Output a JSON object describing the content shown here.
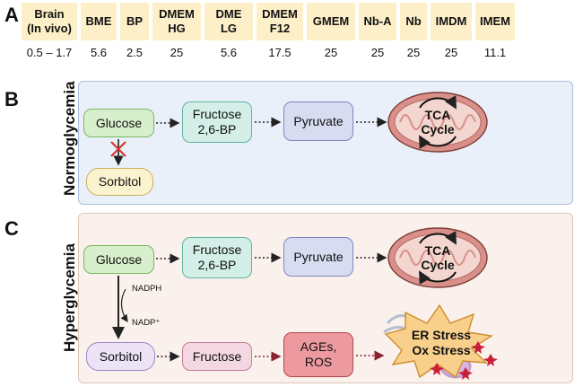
{
  "panels": {
    "a": "A",
    "b": "B",
    "c": "C"
  },
  "media_table": {
    "headers": [
      "Brain\n(In vivo)",
      "BME",
      "BP",
      "DMEM\nHG",
      "DME\nLG",
      "DMEM\nF12",
      "GMEM",
      "Nb-A",
      "Nb",
      "IMDM",
      "IMEM"
    ],
    "values": [
      "0.5 – 1.7",
      "5.6",
      "2.5",
      "25",
      "5.6",
      "17.5",
      "25",
      "25",
      "25",
      "25",
      "11.1"
    ]
  },
  "normo": {
    "side_label": "Normoglycemia",
    "glucose": "Glucose",
    "fructose26bp": "Fructose\n2,6-BP",
    "pyruvate": "Pyruvate",
    "tca": "TCA\nCycle",
    "sorbitol": "Sorbitol"
  },
  "hyper": {
    "side_label": "Hyperglycemia",
    "glucose": "Glucose",
    "fructose26bp": "Fructose\n2,6-BP",
    "pyruvate": "Pyruvate",
    "tca": "TCA\nCycle",
    "nadph": "NADPH",
    "nadp": "NADP⁺",
    "sorbitol": "Sorbitol",
    "fructose": "Fructose",
    "ages_ros": "AGEs,\nROS",
    "stress": "ER Stress\nOx Stress"
  },
  "colors": {
    "normo_bg": "#eaf0f9",
    "hyper_bg": "#faf1ec",
    "header_bg": "#fdf0c8",
    "mito": "#d98f86",
    "cross": "#d9362c"
  }
}
